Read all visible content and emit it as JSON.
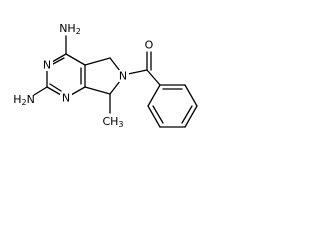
{
  "molecule": {
    "substituents": {
      "amino_top": "NH",
      "amino_top_sub": "2",
      "amino_left": "H",
      "amino_left_prefix": "H",
      "amino_left_N": "N",
      "amino_left_sub": "2",
      "methyl": "CH",
      "methyl_sub": "3"
    },
    "ring_atoms": {
      "pyrimidine_n_upper": "N",
      "pyrimidine_n_lower": "N",
      "pyrroline_n": "N"
    },
    "carbonyl_oxygen": "O"
  }
}
